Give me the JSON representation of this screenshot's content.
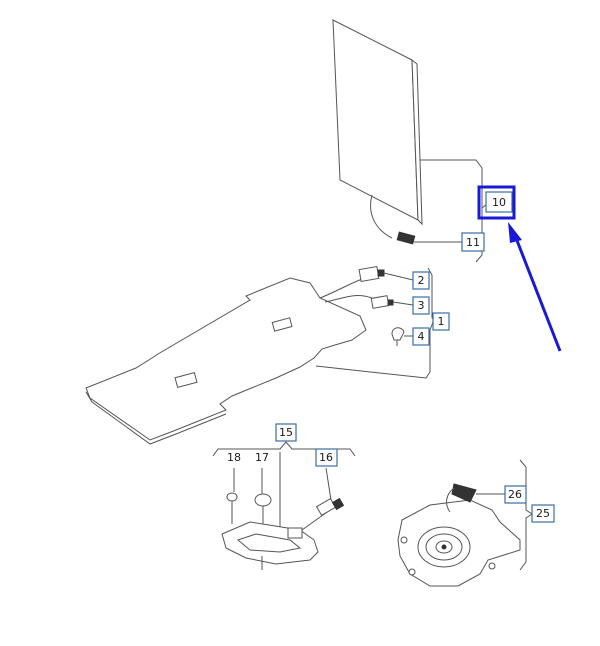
{
  "diagram": {
    "type": "exploded-parts-view",
    "highlight_color": "#1a1ad6",
    "callout_color": "#3a6fa8",
    "highlighted_callout": "10",
    "callouts": {
      "c1": "1",
      "c2": "2",
      "c3": "3",
      "c4": "4",
      "c10": "10",
      "c11": "11",
      "c15": "15",
      "c16": "16",
      "c17": "17",
      "c18": "18",
      "c25": "25",
      "c26": "26"
    }
  }
}
